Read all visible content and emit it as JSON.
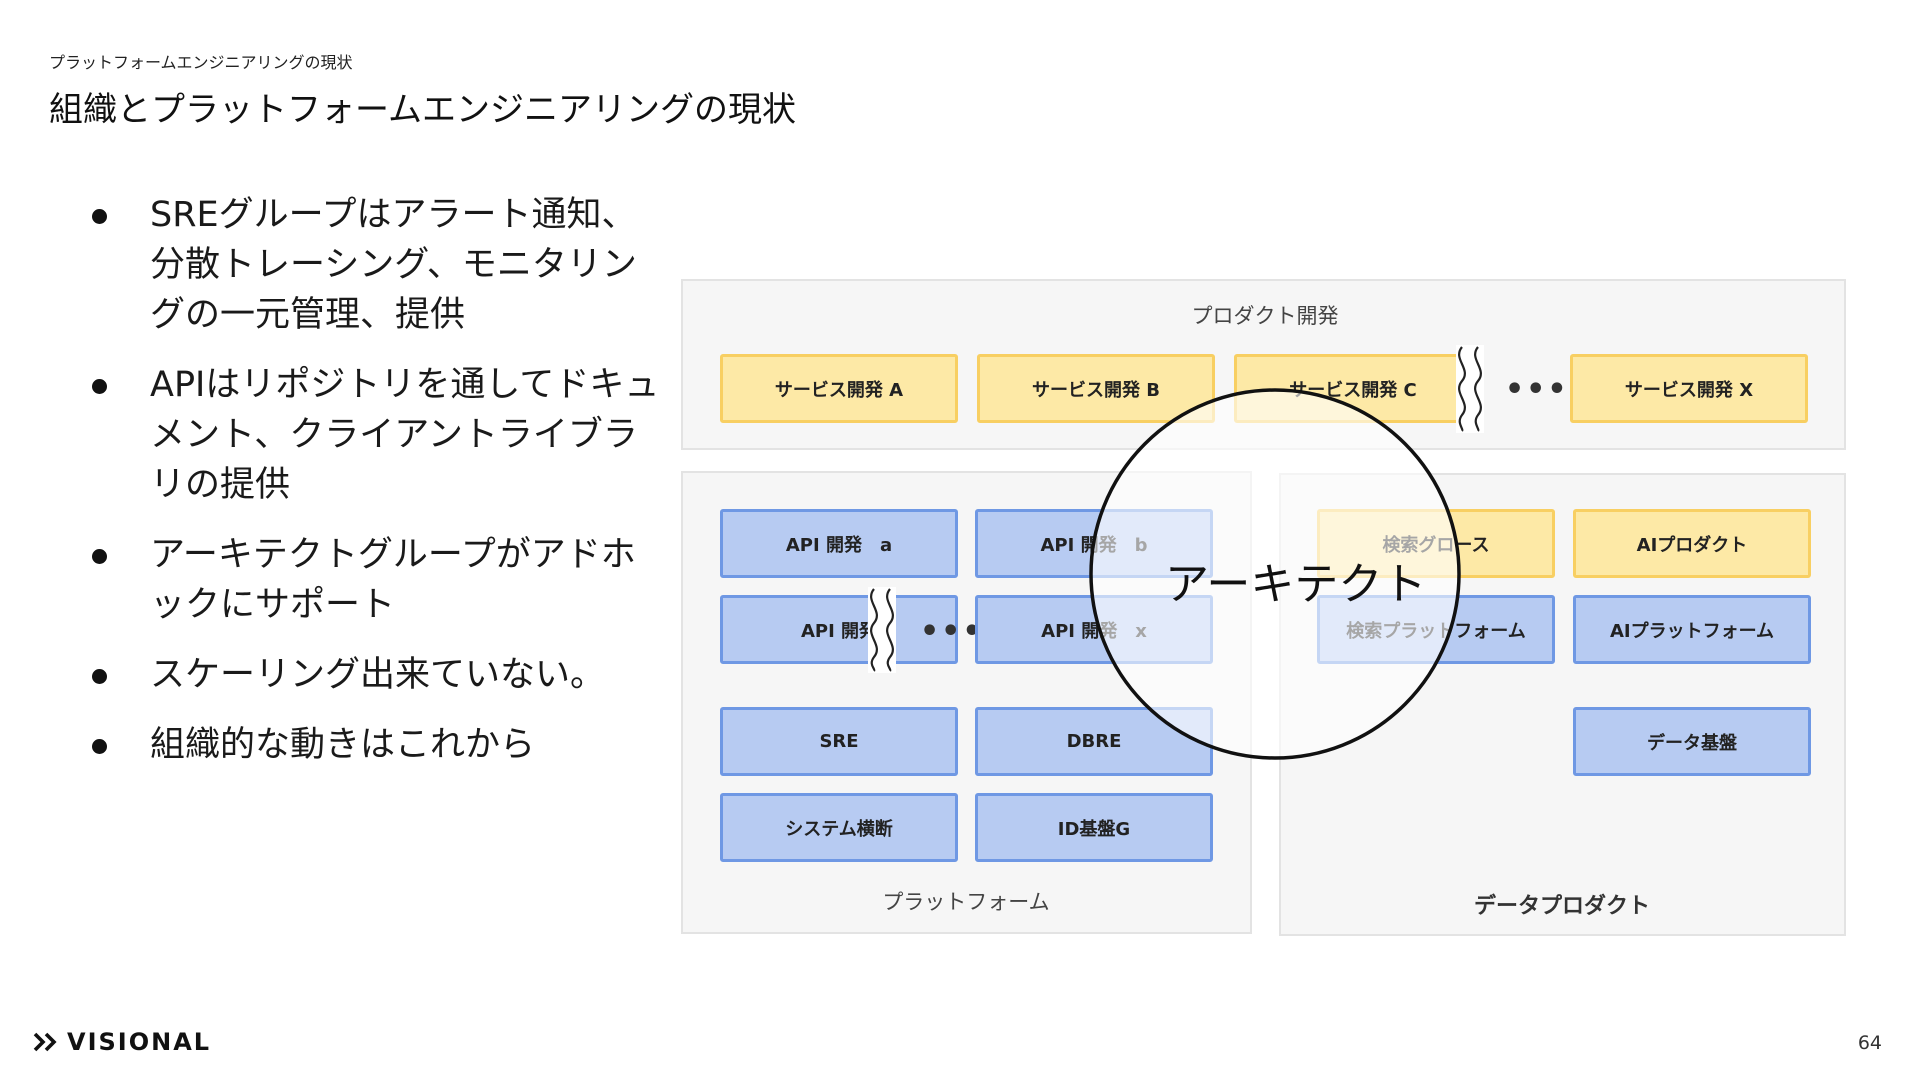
{
  "slide": {
    "breadcrumb": "プラットフォームエンジニアリングの現状",
    "title": "組織とプラットフォームエンジニアリングの現状",
    "page_number": "64",
    "logo": "VISIONAL"
  },
  "bullets": [
    "SREグループはアラート通知、分散トレーシング、モニタリングの一元管理、提供",
    "APIはリポジトリを通してドキュメント、クライアントライブラリの提供",
    "アーキテクトグループがアドホックにサポート",
    "スケーリング出来ていない。",
    "組織的な動きはこれから"
  ],
  "diagram": {
    "product_dev": {
      "label": "プロダクト開発",
      "boxes": [
        "サービス開発 A",
        "サービス開発 B",
        "サービス開発 C",
        "サービス開発 X"
      ],
      "ellipsis": "•••"
    },
    "platform": {
      "label": "プラットフォーム",
      "api": [
        "API 開発　a",
        "API 開発　b",
        "API 開発",
        "API 開発　x"
      ],
      "ellipsis": "•••",
      "sre": "SRE",
      "dbre": "DBRE",
      "system": "システム横断",
      "id": "ID基盤G"
    },
    "data_product": {
      "label": "データプロダクト",
      "search_growth": "検索グロース",
      "ai_product": "AIプロダクト",
      "search_platform": "検索プラットフォーム",
      "ai_platform": "AIプラットフォーム",
      "data_base": "データ基盤"
    },
    "architect": "アーキテクト"
  },
  "colors": {
    "yellow_fill": "#fde9a6",
    "yellow_border": "#f8cf62",
    "blue_fill": "#b7cbf2",
    "blue_border": "#6f98e4",
    "panel_fill": "#f6f6f6"
  }
}
